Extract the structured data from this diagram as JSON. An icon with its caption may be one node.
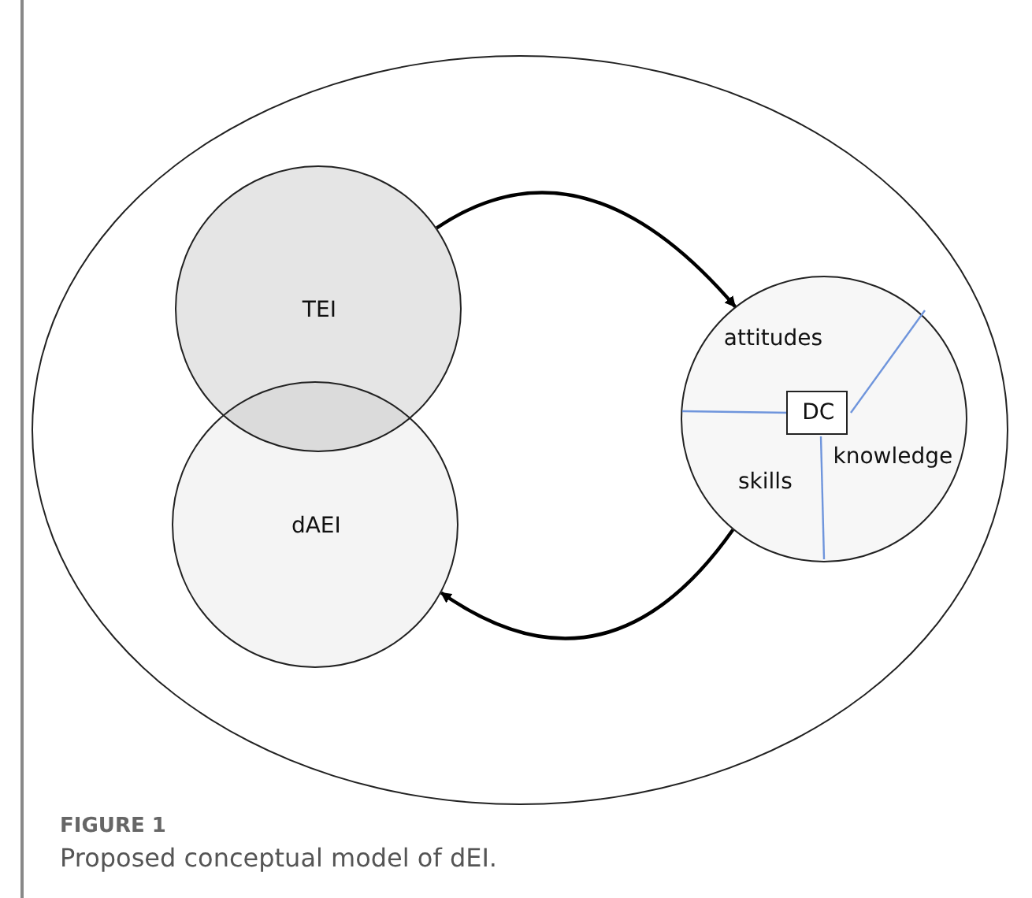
{
  "diagram": {
    "caption": "Proposed conceptual model of dEI.",
    "nodes": [
      {
        "text": [],
        "shape": "ellipse"
      },
      {
        "text": [
          "TEI"
        ],
        "in": 0
      },
      {
        "text": [
          "dAEI"
        ],
        "in": 0
      },
      {
        "text": [
          "attitudes",
          "knowledge",
          "skills"
        ],
        "in": 0
      },
      {
        "text": [
          "DC"
        ],
        "in": 3
      }
    ],
    "edges": [
      {
        "from": 1,
        "to": 3,
        "arrow": "to"
      },
      {
        "from": 3,
        "to": 2,
        "arrow": "to"
      }
    ],
    "labels": [
      "FIGURE 1"
    ]
  }
}
